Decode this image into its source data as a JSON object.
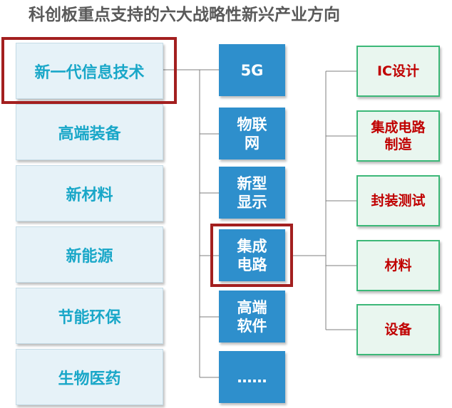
{
  "title": "科创板重点支持的六大战略性新兴产业方向",
  "industries": [
    {
      "label": "新一代信息技术"
    },
    {
      "label": "高端装备"
    },
    {
      "label": "新材料"
    },
    {
      "label": "新能源"
    },
    {
      "label": "节能环保"
    },
    {
      "label": "生物医药"
    }
  ],
  "it_subfields": [
    {
      "label": "5G"
    },
    {
      "label": "物联\n网"
    },
    {
      "label": "新型\n显示"
    },
    {
      "label": "集成\n电路"
    },
    {
      "label": "高端\n软件"
    },
    {
      "label": "……"
    }
  ],
  "ic_chain": [
    {
      "label": "IC设计"
    },
    {
      "label": "集成电路\n制造"
    },
    {
      "label": "封装测试"
    },
    {
      "label": "材料"
    },
    {
      "label": "设备"
    }
  ],
  "colors": {
    "title": "#595959",
    "left_fill": "#e6f2f8",
    "left_text": "#19a7c8",
    "mid_fill": "#2e8fcc",
    "mid_text": "#ffffff",
    "right_fill": "#e9f6ef",
    "right_border": "#3cb878",
    "right_text": "#c00000",
    "highlight": "#a31f1f"
  }
}
